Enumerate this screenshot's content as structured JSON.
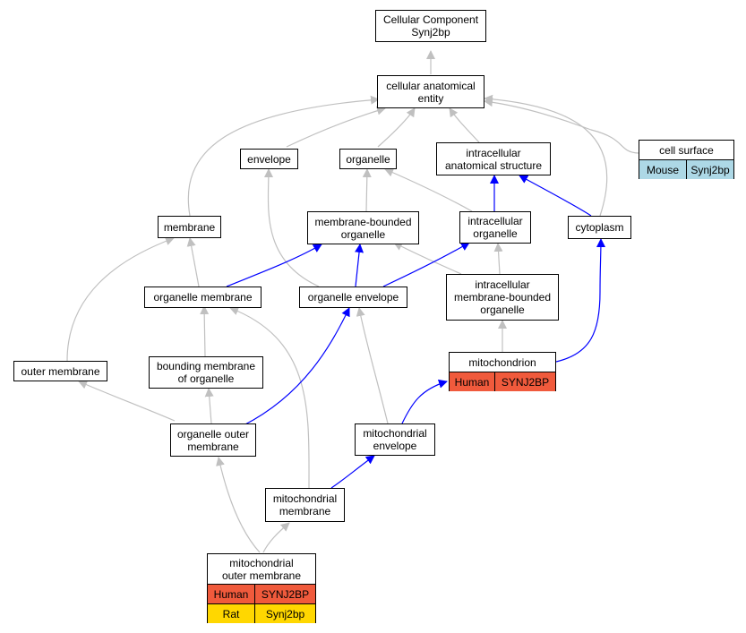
{
  "nodes": {
    "cellular_component": "Cellular Component\nSynj2bp",
    "cellular_anatomical_entity": "cellular anatomical\nentity",
    "envelope": "envelope",
    "organelle": "organelle",
    "intracellular_anatomical_structure": "intracellular\nanatomical structure",
    "membrane": "membrane",
    "membrane_bounded_organelle": "membrane-bounded\norganelle",
    "intracellular_organelle": "intracellular\norganelle",
    "cytoplasm": "cytoplasm",
    "organelle_membrane": "organelle membrane",
    "organelle_envelope": "organelle envelope",
    "intracellular_membrane_bounded_organelle": "intracellular\nmembrane-bounded\norganelle",
    "outer_membrane": "outer membrane",
    "bounding_membrane": "bounding membrane\nof organelle",
    "organelle_outer_membrane": "organelle outer\nmembrane",
    "mitochondrial_envelope": "mitochondrial\nenvelope",
    "mitochondrial_membrane": "mitochondrial\nmembrane"
  },
  "cell_surface": {
    "label": "cell surface",
    "rows": [
      {
        "species": "Mouse",
        "gene": "Synj2bp"
      }
    ]
  },
  "mitochondrion": {
    "label": "mitochondrion",
    "rows": [
      {
        "species": "Human",
        "gene": "SYNJ2BP"
      }
    ]
  },
  "mitochondrial_outer_membrane": {
    "label": "mitochondrial\nouter membrane",
    "rows": [
      {
        "species": "Human",
        "gene": "SYNJ2BP"
      },
      {
        "species": "Rat",
        "gene": "Synj2bp"
      }
    ]
  },
  "colors": {
    "is_a_edge": "#c0c0c0",
    "part_of_edge": "#0000ff",
    "human": "#f05a3c",
    "rat": "#ffd700",
    "mouse": "#add8e6"
  }
}
